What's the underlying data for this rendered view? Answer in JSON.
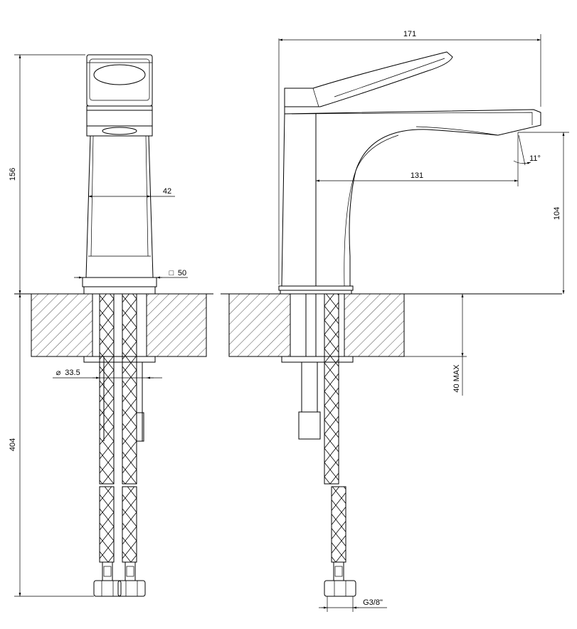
{
  "dimensions": {
    "width_overall": "171",
    "height_total": "156",
    "body_width": "42",
    "base_square": "50",
    "spout_reach": "131",
    "spout_height": "104",
    "spout_angle": "11°",
    "hose_length": "404",
    "hole_diameter": "33.5",
    "max_thickness": "40 MAX",
    "thread": "G3/8\""
  },
  "symbols": {
    "diameter": "⌀",
    "square": "□"
  }
}
